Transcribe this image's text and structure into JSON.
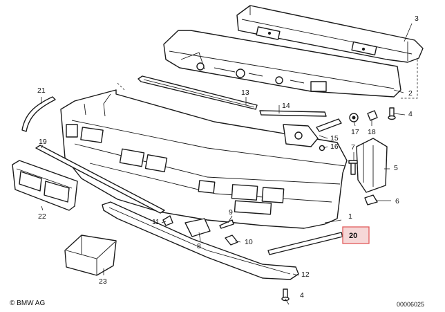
{
  "callouts": [
    {
      "label": "1"
    },
    {
      "label": "2"
    },
    {
      "label": "3"
    },
    {
      "label": "4"
    },
    {
      "label": "4"
    },
    {
      "label": "5"
    },
    {
      "label": "6"
    },
    {
      "label": "7"
    },
    {
      "label": "8"
    },
    {
      "label": "9"
    },
    {
      "label": "10"
    },
    {
      "label": "11"
    },
    {
      "label": "12"
    },
    {
      "label": "13"
    },
    {
      "label": "14"
    },
    {
      "label": "15"
    },
    {
      "label": "16"
    },
    {
      "label": "17"
    },
    {
      "label": "18"
    },
    {
      "label": "19"
    },
    {
      "label": "20"
    },
    {
      "label": "21"
    },
    {
      "label": "22"
    },
    {
      "label": "23"
    }
  ],
  "highlight_color": "#e25b5b",
  "footer": {
    "brand": "© BMW AG",
    "doc_number": "00006025"
  }
}
